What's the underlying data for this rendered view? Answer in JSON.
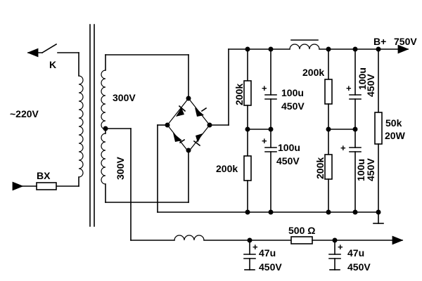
{
  "labels": {
    "switch": "K",
    "mains": "~220V",
    "fuse": "BX",
    "secondary_upper": "300V",
    "secondary_lower": "300V",
    "bplus": "B+",
    "bplus_voltage": "750V",
    "cap1_value": "100u",
    "cap1_voltage": "450V",
    "cap2_value": "100u",
    "cap2_voltage": "450V",
    "cap3_value": "100u",
    "cap3_voltage": "450V",
    "cap4_value": "100u",
    "cap4_voltage": "450V",
    "res1": "200k",
    "res2": "200k",
    "res3": "200k",
    "res4": "200k",
    "bleeder_value": "50k",
    "bleeder_power": "20W",
    "res_low": "500 Ω",
    "cap5_value": "47u",
    "cap5_voltage": "450V",
    "cap6_value": "47u",
    "cap6_voltage": "450V",
    "plus": "+"
  }
}
